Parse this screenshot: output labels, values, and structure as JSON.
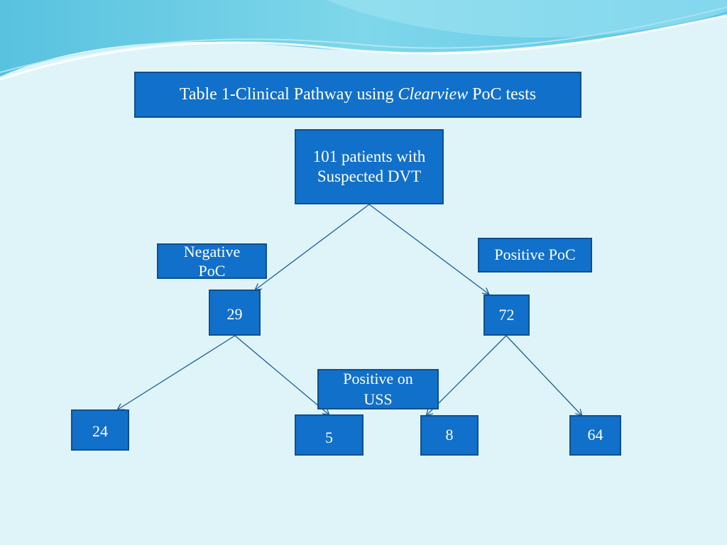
{
  "title": {
    "prefix": "Table 1-Clinical Pathway using ",
    "emphasis": "Clearview",
    "suffix": " PoC tests"
  },
  "nodes": {
    "root": {
      "line1": "101 patients with",
      "line2": "Suspected DVT"
    },
    "negative_poc_label": {
      "line1": "Negative",
      "line2": "PoC"
    },
    "positive_poc_label": "Positive PoC",
    "positive_uss_label": {
      "line1": "Positive on",
      "line2": "USS"
    },
    "negative_count": "29",
    "positive_count": "72",
    "negative_uss_negative": "24",
    "negative_uss_positive": "5",
    "positive_uss_negative": "8",
    "positive_uss_positive": "64"
  },
  "colors": {
    "background": "#dff4f9",
    "box_fill": "#1170c9",
    "box_border": "#0e4f8f",
    "text": "#ffffff",
    "connector": "#1a5d96"
  }
}
